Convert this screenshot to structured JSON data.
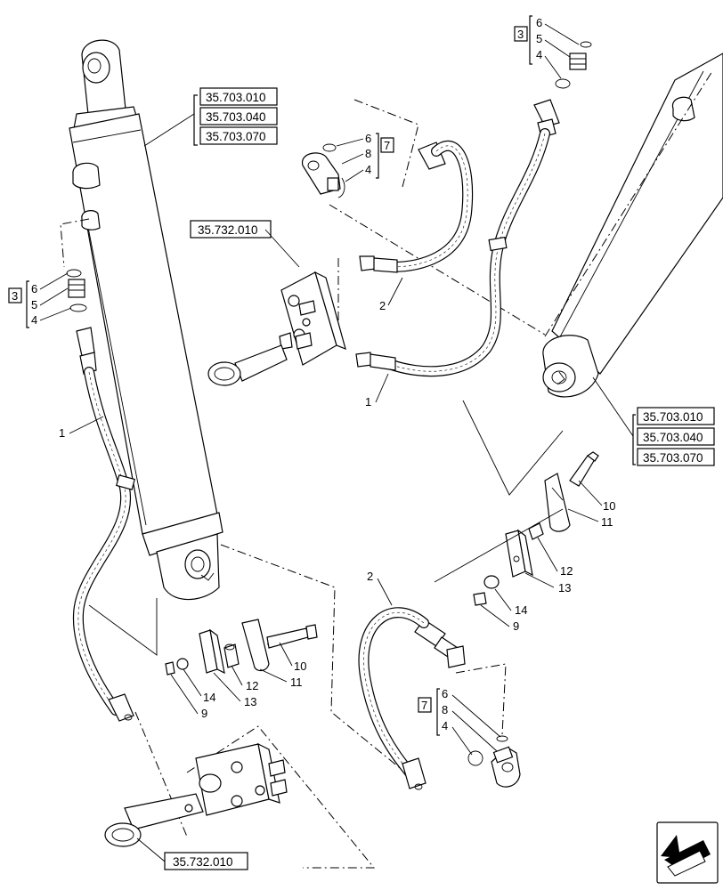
{
  "refs": {
    "cyl_left": [
      "35.703.010",
      "35.703.040",
      "35.703.070"
    ],
    "cyl_right": [
      "35.703.010",
      "35.703.040",
      "35.703.070"
    ],
    "block_top": "35.732.010",
    "block_bottom": "35.732.010"
  },
  "group_labels": {
    "fitting": "3",
    "elbow": "7"
  },
  "numbers": {
    "n1": "1",
    "n2": "2",
    "n4": "4",
    "n5": "5",
    "n6": "6",
    "n7": "7",
    "n8": "8",
    "n9": "9",
    "n10": "10",
    "n11": "11",
    "n12": "12",
    "n13": "13",
    "n14": "14"
  }
}
